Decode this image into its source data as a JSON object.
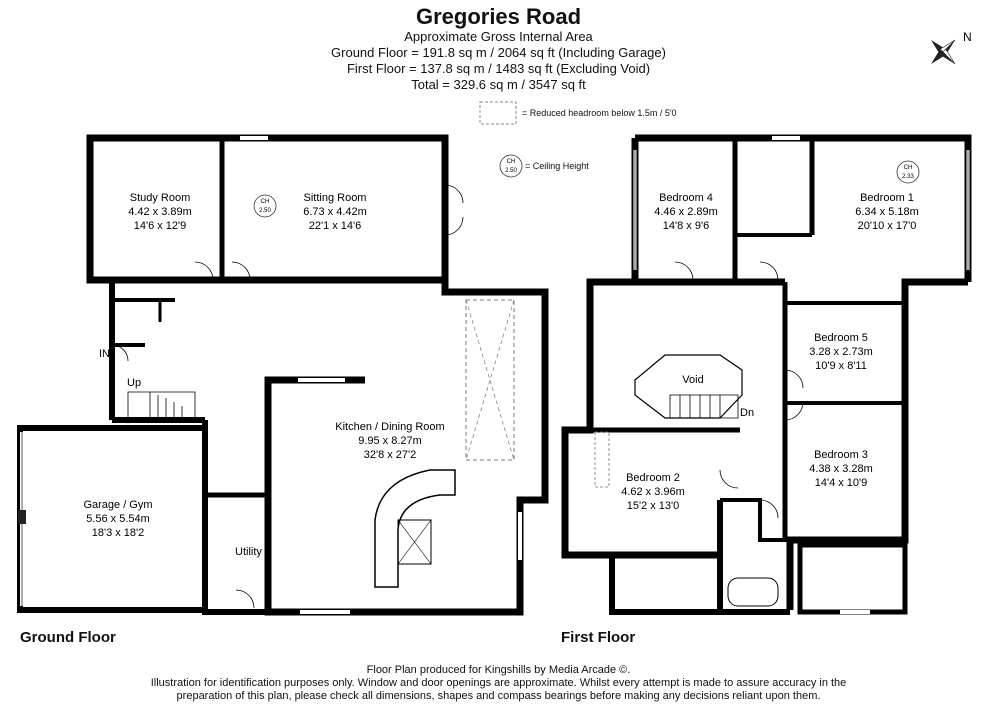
{
  "header": {
    "title": "Gregories Road",
    "line1": "Approximate Gross Internal Area",
    "line2": "Ground Floor = 191.8 sq m / 2064 sq ft (Including Garage)",
    "line3": "First Floor = 137.8 sq m / 1483 sq ft (Excluding Void)",
    "line4": "Total = 329.6 sq m / 3547 sq ft"
  },
  "legend": {
    "reduced_headroom": "= Reduced headroom below 1.5m / 5'0",
    "ceiling_height": "= Ceiling Height",
    "ch_badge_label": "CH",
    "ch_badge_value": "2.50"
  },
  "compass": {
    "north": "N"
  },
  "ground_floor": {
    "label": "Ground Floor",
    "rooms": {
      "study": {
        "name": "Study Room",
        "metric": "4.42 x 3.89m",
        "imperial": "14'6 x 12'9"
      },
      "sitting": {
        "name": "Sitting Room",
        "metric": "6.73 x 4.42m",
        "imperial": "22'1 x 14'6",
        "ch_label": "CH",
        "ch_value": "2.50"
      },
      "kitchen": {
        "name": "Kitchen / Dining Room",
        "metric": "9.95 x 8.27m",
        "imperial": "32'8 x 27'2"
      },
      "garage": {
        "name": "Garage / Gym",
        "metric": "5.56 x 5.54m",
        "imperial": "18'3 x 18'2"
      },
      "utility": {
        "name": "Utility"
      }
    },
    "in_label": "IN",
    "up_label": "Up"
  },
  "first_floor": {
    "label": "First Floor",
    "rooms": {
      "bed4": {
        "name": "Bedroom 4",
        "metric": "4.46 x 2.89m",
        "imperial": "14'8 x 9'6"
      },
      "bed1": {
        "name": "Bedroom 1",
        "metric": "6.34 x 5.18m",
        "imperial": "20'10 x 17'0",
        "ch_label": "CH",
        "ch_value": "2.33"
      },
      "bed5": {
        "name": "Bedroom 5",
        "metric": "3.28 x 2.73m",
        "imperial": "10'9 x 8'11"
      },
      "bed3": {
        "name": "Bedroom 3",
        "metric": "4.38 x 3.28m",
        "imperial": "14'4 x 10'9"
      },
      "bed2": {
        "name": "Bedroom 2",
        "metric": "4.62 x 3.96m",
        "imperial": "15'2 x 13'0"
      },
      "void": {
        "name": "Void"
      }
    },
    "dn_label": "Dn"
  },
  "footer": {
    "line1": "Floor Plan produced for Kingshills by Media Arcade ©.",
    "line2": "Illustration for identification purposes only. Window and door openings are approximate. Whilst every attempt is made to assure accuracy in the",
    "line3": "preparation of this plan, please check all dimensions, shapes and compass bearings before making any decisions reliant upon them."
  }
}
